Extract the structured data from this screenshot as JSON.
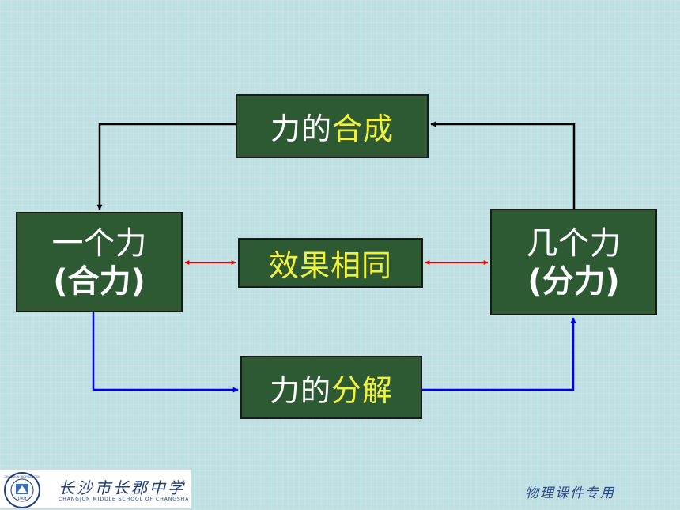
{
  "diagram": {
    "composition_box": {
      "prefix": "力的",
      "highlight": "合成"
    },
    "decomposition_box": {
      "prefix": "力的",
      "highlight": "分解"
    },
    "same_effect_box": {
      "text": "效果相同"
    },
    "resultant_box": {
      "line1": "一个力",
      "line2": "(合力)"
    },
    "components_box": {
      "line1": "几个力",
      "line2": "(分力)"
    }
  },
  "footer": {
    "school_name": "长沙市长郡中学",
    "school_name_en": "CHANGJUN MIDDLE SCHOOL OF CHANGSHA",
    "seal_text": "CHANGJUN HIGH SCHOOL",
    "seal_year": "1904",
    "course_label": "物理课件专用"
  },
  "colors": {
    "background": "#bfe0e2",
    "box_fill": "#2d5a33",
    "highlight_text": "#f2f23c",
    "composition_arrow": "#000000",
    "decomposition_arrow": "#0000ee",
    "effect_arrow": "#ee0000"
  }
}
